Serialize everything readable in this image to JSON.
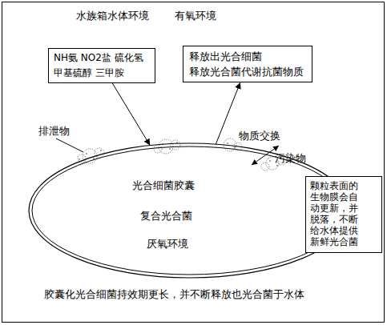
{
  "diagram": {
    "title": "水族箱水体环境",
    "caption": "胶囊化光合细菌持效期更长，并不断释放也光合菌于水体",
    "nodes": [
      {
        "text": [
          "NH氨 NO2盐 硫化氢 甲基硫醇 三甲胺"
        ]
      },
      {
        "text": [
          "释放出光合细菌 释放光合菌代谢抗菌物质"
        ]
      },
      {
        "text": [
          "光合细菌胶囊",
          "复合光合菌",
          "厌氧环境"
        ]
      },
      {
        "text": [
          "颗粒表面的生物膜会自动更新，并脱落，不断给水体提供新鲜光合菌"
        ]
      }
    ],
    "edges": [
      {
        "from": 0,
        "to": 2,
        "arrow": "to"
      },
      {
        "from": 2,
        "to": 1,
        "arrow": "to"
      }
    ],
    "labels": [
      "有氧环境",
      "排泄物",
      "物质交换",
      "污染物"
    ]
  }
}
